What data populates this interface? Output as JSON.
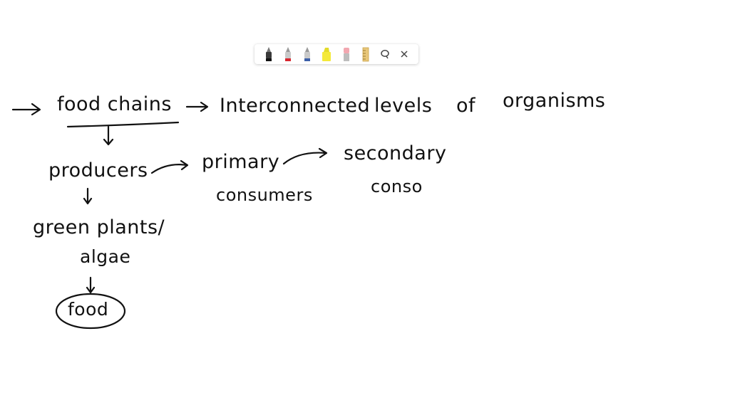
{
  "toolbar": {
    "tools": [
      {
        "name": "black-marker-icon",
        "color": "#222222"
      },
      {
        "name": "red-marker-icon",
        "color": "#d7262e"
      },
      {
        "name": "blue-marker-icon",
        "color": "#3b5fa8"
      },
      {
        "name": "yellow-highlighter-icon",
        "color": "#f4e93a"
      },
      {
        "name": "eraser-icon",
        "color": "#f2a7b0"
      },
      {
        "name": "ruler-icon",
        "color": "#e8c77a"
      },
      {
        "name": "lasso-icon",
        "color": "#444444"
      },
      {
        "name": "close-icon",
        "color": "#444444"
      }
    ]
  },
  "notes": {
    "food_chains": "food chains",
    "interconnected": "Interconnected",
    "levels": "levels",
    "of": "of",
    "organisms": "organisms",
    "producers": "producers",
    "primary": "primary",
    "consumers": "consumers",
    "secondary": "secondary",
    "conso": "conso",
    "green_plants": "green plants/",
    "algae": "algae",
    "food": "food"
  }
}
